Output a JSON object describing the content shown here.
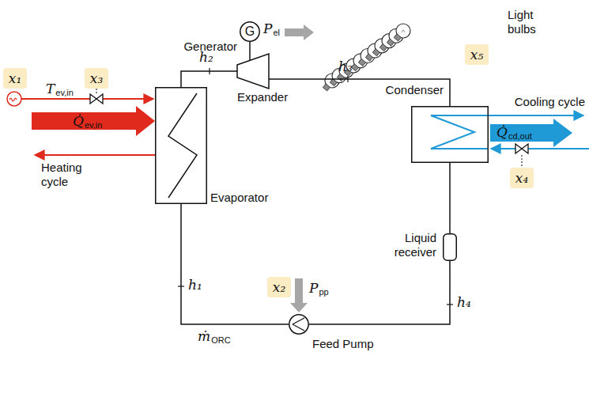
{
  "diagram": {
    "nodes": [
      {
        "text": [
          "G",
          "Generator"
        ]
      },
      {
        "text": [
          "x₅"
        ]
      },
      {
        "text": [
          "x₁"
        ]
      },
      {
        "text": [
          "x₃"
        ]
      },
      {
        "text": [
          "Expander"
        ]
      },
      {
        "text": [
          "Condenser"
        ]
      },
      {
        "text": [
          "Evaporator"
        ]
      },
      {
        "text": [
          "x₄"
        ]
      },
      {
        "text": [
          "Liquid receiver"
        ]
      },
      {
        "text": [
          "x₂"
        ]
      },
      {
        "text": [
          "Feed Pump"
        ]
      }
    ],
    "edges": [
      {
        "from": 0,
        "to": 4,
        "arrow": "none"
      },
      {
        "from": 6,
        "to": 4,
        "arrow": "none"
      },
      {
        "from": 4,
        "to": 5,
        "arrow": "none"
      },
      {
        "from": 5,
        "to": 8,
        "arrow": "none"
      },
      {
        "from": 8,
        "to": 10,
        "arrow": "none"
      },
      {
        "from": 10,
        "to": 6,
        "arrow": "none"
      }
    ],
    "labels": [
      "P",
      "el",
      "Light bulbs",
      "h₂",
      "h₃",
      "T",
      "ev,in",
      "Q̇",
      "ev,in",
      "Heating cycle",
      "Cooling cycle",
      "Q̇",
      "cd,out",
      "P",
      "pp",
      "h₁",
      "ṁ",
      "ORC",
      "h₄"
    ]
  }
}
